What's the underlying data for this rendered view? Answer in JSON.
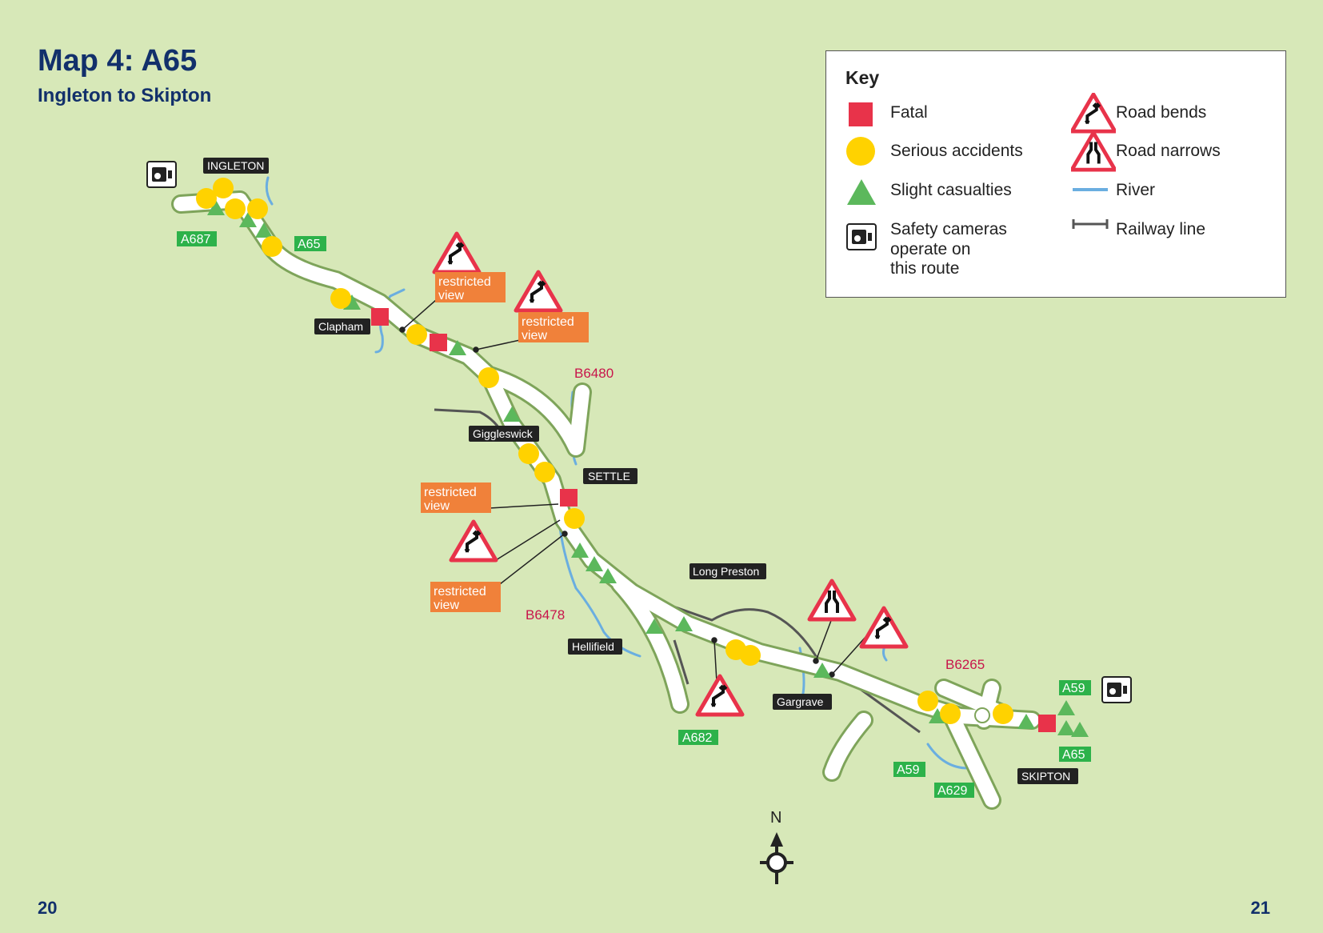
{
  "title": "Map 4: A65",
  "subtitle": "Ingleton to Skipton",
  "page_left": "20",
  "page_right": "21",
  "key": {
    "title": "Key",
    "fatal": "Fatal",
    "serious": "Serious accidents",
    "slight": "Slight casualties",
    "cameras_l1": "Safety cameras",
    "cameras_l2": "operate on",
    "cameras_l3": "this route",
    "bends": "Road bends",
    "narrows": "Road narrows",
    "river": "River",
    "railway": "Railway line"
  },
  "places": {
    "ingleton": "INGLETON",
    "clapham": "Clapham",
    "giggleswick": "Giggleswick",
    "settle": "SETTLE",
    "long_preston": "Long Preston",
    "hellifield": "Hellifield",
    "gargrave": "Gargrave",
    "skipton": "SKIPTON"
  },
  "roads": {
    "a687": "A687",
    "a65_north": "A65",
    "b6480": "B6480",
    "b6478": "B6478",
    "a682": "A682",
    "b6265": "B6265",
    "a59_east": "A59",
    "a65_south": "A65",
    "a59_south": "A59",
    "a629": "A629"
  },
  "callouts": {
    "rv_line1": "restricted",
    "rv_line2": "view"
  },
  "compass": "N",
  "colors": {
    "background": "#d7e8b8",
    "title": "#12306b",
    "fatal": "#e8334a",
    "serious": "#ffd200",
    "slight": "#5cb85c",
    "river": "#6aaee0",
    "road_label_green": "#2db24a",
    "callout_orange": "#f0813a"
  }
}
